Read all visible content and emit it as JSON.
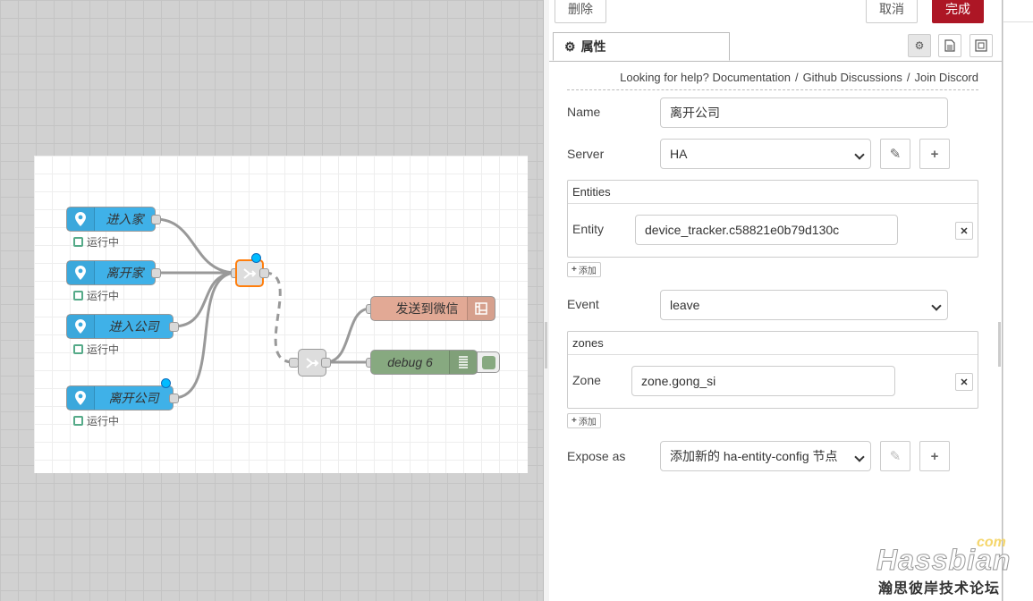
{
  "colors": {
    "ha_node": "#3fadb5",
    "accent": "#ad1625",
    "wechat_node": "#e2a995",
    "debug_node": "#87a980",
    "changed": "#00bcff"
  },
  "flow": {
    "nodes": [
      {
        "label": "进入家",
        "status": "运行中"
      },
      {
        "label": "离开家",
        "status": "运行中"
      },
      {
        "label": "进入公司",
        "status": "运行中"
      },
      {
        "label": "离开公司",
        "status": "运行中"
      }
    ],
    "wechat_label": "发送到微信",
    "debug_label": "debug 6"
  },
  "panel": {
    "delete_label": "删除",
    "cancel_label": "取消",
    "done_label": "完成",
    "tab_label": "属性",
    "help": {
      "prefix": "Looking for help?",
      "documentation": "Documentation",
      "github": "Github Discussions",
      "discord": "Join Discord",
      "separator": "/"
    },
    "name": {
      "label": "Name",
      "value": "离开公司"
    },
    "server": {
      "label": "Server",
      "value": "HA"
    },
    "entities": {
      "title": "Entities",
      "row_label": "Entity",
      "value": "device_tracker.c58821e0b79d130c",
      "add_label": "添加"
    },
    "event": {
      "label": "Event",
      "value": "leave"
    },
    "zones": {
      "title": "zones",
      "row_label": "Zone",
      "value": "zone.gong_si",
      "add_label": "添加"
    },
    "expose": {
      "label": "Expose as",
      "value": "添加新的 ha-entity-config 节点"
    }
  },
  "watermark": {
    "brand": "Hassbian",
    "tld": "com",
    "subtitle": "瀚思彼岸技术论坛"
  }
}
